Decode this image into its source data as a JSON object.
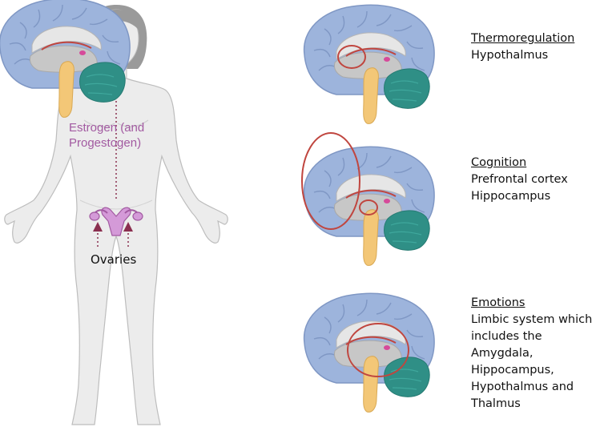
{
  "body_figure": {
    "hormone_lines": [
      "Estrogen (and",
      "Progestogen)"
    ],
    "ovaries_label": "Ovaries"
  },
  "panels": [
    {
      "title": "Thermoregulation",
      "lines": [
        "Hypothalmus"
      ]
    },
    {
      "title": "Cognition",
      "lines": [
        "Prefrontal cortex",
        "Hippocampus"
      ]
    },
    {
      "title": "Emotions",
      "lines": [
        "Limbic system which",
        "includes the",
        "Amygdala,",
        "Hippocampus,",
        "Hypothalmus and",
        "Thalmus"
      ]
    }
  ],
  "colors": {
    "skin": "#ececec",
    "skin_outline": "#bdbdbd",
    "hair": "#9a9a9a",
    "hormone_purple": "#a25aa1",
    "arrow_maroon": "#8a2f4f",
    "cortex_blue": "#9db4dc",
    "cortex_outline": "#7f97c4",
    "cerebellum_teal": "#2f8f86",
    "brainstem_yellow": "#f3c777",
    "inner_gray": "#c7c7c7",
    "highlight_red": "#c0463f"
  }
}
